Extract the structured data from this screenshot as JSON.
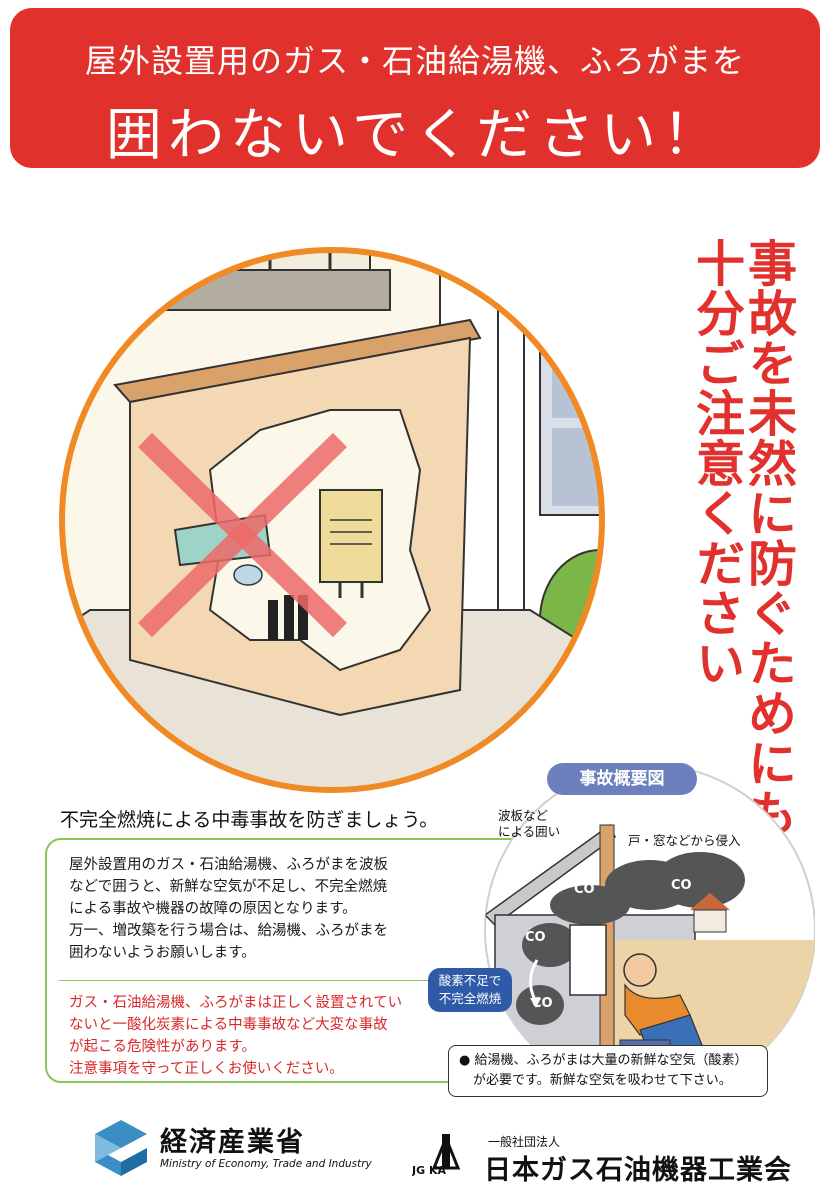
{
  "header": {
    "subtitle": "屋外設置用のガス・石油給湯機、ふろがまを",
    "title": "囲わないでください！"
  },
  "slogan": {
    "line1": "事故を未然に防ぐためにも",
    "line2": "十分ご注意ください"
  },
  "section": {
    "heading": "不完全燃焼による中毒事故を防ぎましょう。",
    "body_lines": [
      "屋外設置用のガス・石油給湯機、ふろがまを波板",
      "などで囲うと、新鮮な空気が不足し、不完全燃焼",
      "による事故や機器の故障の原因となります。",
      "万一、増改築を行う場合は、給湯機、ふろがまを",
      "囲わないようお願いします。"
    ],
    "warning_lines": [
      "ガス・石油給湯機、ふろがまは正しく設置されてい",
      "ないと一酸化炭素による中毒事故など大変な事故",
      "が起こる危険性があります。",
      "注意事項を守って正しくお使いください。"
    ]
  },
  "diagram": {
    "title": "事故概要図",
    "label_enclosure": [
      "波板など",
      "による囲い"
    ],
    "label_intrusion": "戸・窓などから侵入",
    "badge_lines": [
      "酸素不足で",
      "不完全燃焼"
    ],
    "co_label": "CO",
    "note_lines": [
      "● 給湯機、ふろがまは大量の新鮮な空気（酸素）",
      "が必要です。新鮮な空気を吸わせて下さい。"
    ]
  },
  "footer": {
    "meti_name": "経済産業省",
    "meti_en": "Ministry of Economy, Trade and Industry",
    "jgka_mark_text": "JG KA",
    "jgka_small": "一般社団法人",
    "jgka_name": "日本ガス石油機器工業会"
  },
  "colors": {
    "accent_red": "#e0312d",
    "circle_orange": "#f08a24",
    "green_border": "#8cc55b",
    "diagram_blue": "#6d80bd"
  }
}
